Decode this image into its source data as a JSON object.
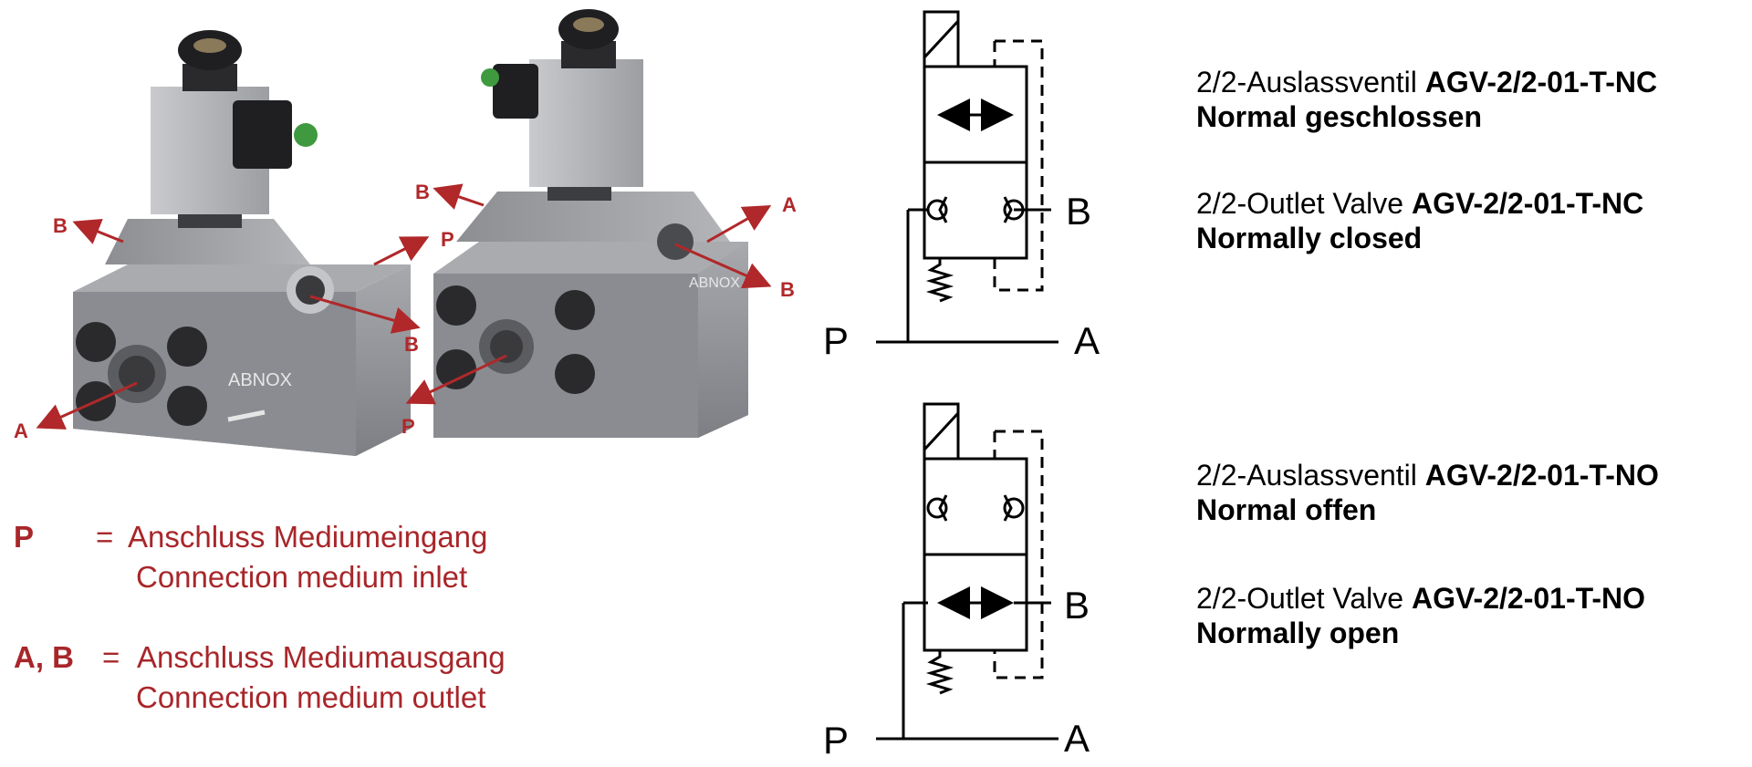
{
  "photo": {
    "port_labels": [
      "B",
      "P",
      "B",
      "A",
      "B",
      "A",
      "P",
      "B"
    ],
    "logo_text": "ABNOX",
    "colors": {
      "body": "#8f9196",
      "arrow": "#b0282a",
      "knob": "#222222"
    }
  },
  "legend": {
    "p_key": "P",
    "p_eq": "=",
    "p_de": "Anschluss Mediumeingang",
    "p_en": "Connection medium inlet",
    "ab_key": "A, B",
    "ab_eq": "=",
    "ab_de": "Anschluss Mediumausgang",
    "ab_en": "Connection medium outlet"
  },
  "schematics": [
    {
      "port_b": "B",
      "port_p": "P",
      "port_a": "A"
    },
    {
      "port_b": "B",
      "port_p": "P",
      "port_a": "A"
    }
  ],
  "descriptions": [
    {
      "de_prefix": "2/2-Auslassventil",
      "de_model": "AGV-2/2-01-T-NC",
      "de_state": "Normal geschlossen",
      "en_prefix": "2/2-Outlet Valve",
      "en_model": "AGV-2/2-01-T-NC",
      "en_state": "Normally closed"
    },
    {
      "de_prefix": "2/2-Auslassventil",
      "de_model": "AGV-2/2-01-T-NO",
      "de_state": "Normal offen",
      "en_prefix": "2/2-Outlet Valve",
      "en_model": "AGV-2/2-01-T-NO",
      "en_state": "Normally open"
    }
  ]
}
